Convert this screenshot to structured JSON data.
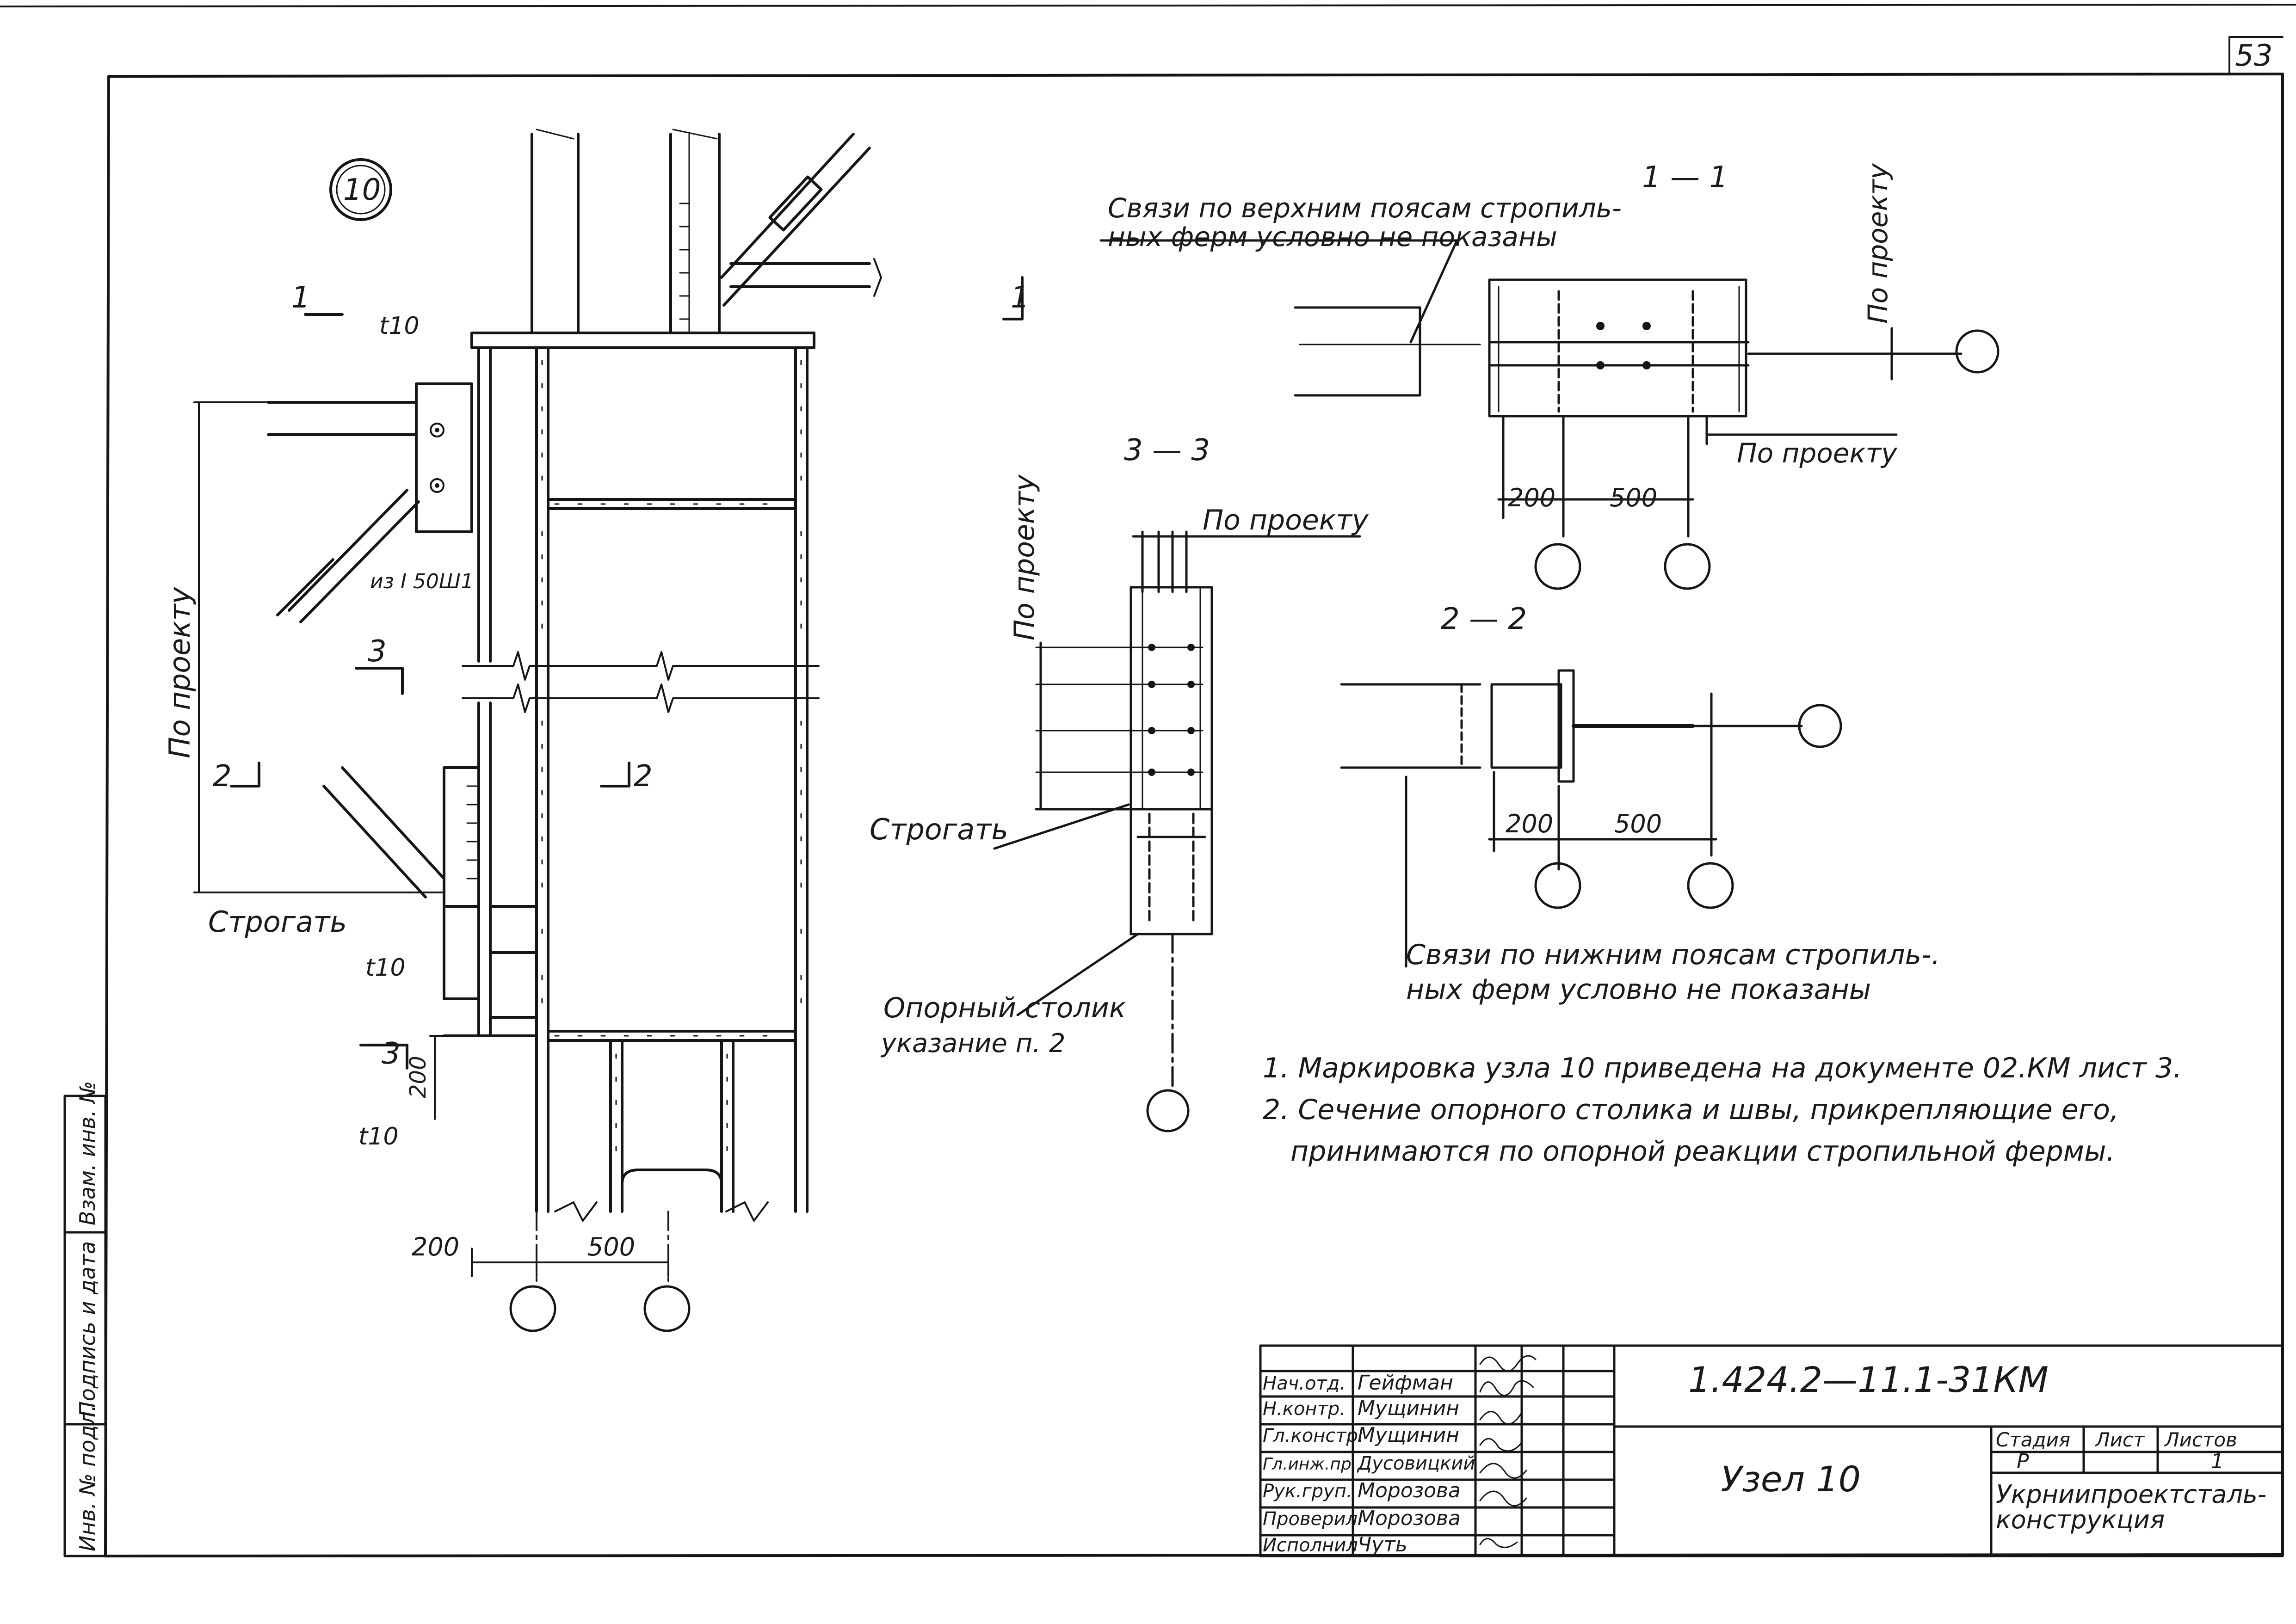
{
  "sheet": {
    "page_number": "53"
  },
  "node": {
    "marker": "10",
    "axis_marks": [
      "1",
      "1",
      "2",
      "2",
      "3",
      "3"
    ]
  },
  "main_view": {
    "dim_200": "200",
    "dim_500": "500",
    "dim_200_vert": "200",
    "t10_top": "t10",
    "t10_mid": "t10",
    "t10_low": "t10",
    "brace_profile": "из I 50Ш1",
    "by_project": "По проекту",
    "plane_label": "Строгать"
  },
  "section_3": {
    "title": "3 — 3",
    "by_project_top": "По проекту",
    "by_project_side": "По проекту",
    "plane_label": "Строгать",
    "table_note_line1": "Опорный столик",
    "table_note_line2": "указание п. 2"
  },
  "section_1": {
    "title": "1 — 1",
    "note_line1": "Связи по верхним поясам стропиль-",
    "note_line2": "ных ферм условно не показаны",
    "by_project_side": "По проекту",
    "by_project_bottom": "По проекту",
    "dim_200": "200",
    "dim_500": "500"
  },
  "section_2": {
    "title": "2 — 2",
    "dim_200": "200",
    "dim_500": "500",
    "note_line1": "Связи по нижним поясам стропиль-.",
    "note_line2": "ных ферм условно не показаны"
  },
  "notes": [
    "1. Маркировка узла 10 приведена на документе 02.КМ лист 3.",
    "2. Сечение опорного столика и швы, прикрепляющие его,",
    "принимаются по опорной реакции стропильной фермы."
  ],
  "side_stamp": {
    "inv_podl": "Инв. № подл.",
    "podpis_data": "Подпись и дата",
    "vzam_inv": "Взам. инв. №"
  },
  "title_block": {
    "doc_code": "1.424.2—11.1-31КМ",
    "drawing_name": "Узел 10",
    "org_line1": "Укрниипроектсталь-",
    "org_line2": "конструкция",
    "stage_header": "Стадия",
    "sheet_header": "Лист",
    "sheets_header": "Листов",
    "stage_value": "Р",
    "sheet_value": "",
    "sheets_value": "1",
    "signers": [
      {
        "role": "Нач.отд.",
        "name": "Гейфман"
      },
      {
        "role": "Н.контр.",
        "name": "Мущинин"
      },
      {
        "role": "Гл.констр.",
        "name": "Мущинин"
      },
      {
        "role": "Гл.инж.пр.",
        "name": "Дусовицкий"
      },
      {
        "role": "Рук.груп.",
        "name": "Морозова"
      },
      {
        "role": "Проверил",
        "name": "Морозова"
      },
      {
        "role": "Исполнил",
        "name": "Чуть"
      }
    ]
  }
}
